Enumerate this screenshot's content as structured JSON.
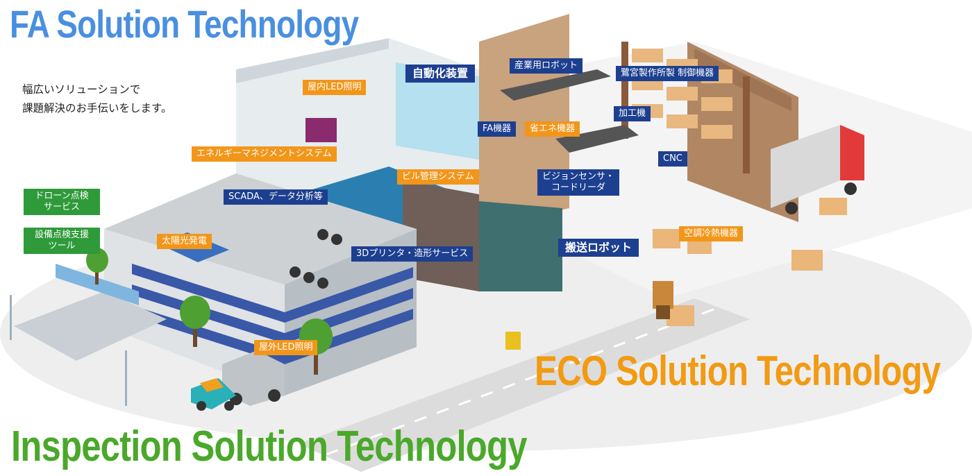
{
  "headings": {
    "fa": "FA Solution Technology",
    "eco": "ECO Solution Technology",
    "inspection": "Inspection Solution Technology"
  },
  "intro": {
    "line1": "幅広いソリューションで",
    "line2": "課題解決のお手伝いをします。"
  },
  "labels": {
    "indoor_led": "屋内LED照明",
    "automation": "自動化装置",
    "industrial_robot": "産業用ロボット",
    "sagimiya": "鷺宮製作所製 制御機器",
    "processing_machine": "加工機",
    "fa_equipment": "FA機器",
    "energy_saving": "省エネ機器",
    "cnc": "CNC",
    "ems": "エネルギーマネジメントシステム",
    "building_mgmt": "ビル管理システム",
    "vision_line1": "ビジョンセンサ・",
    "vision_line2": "コードリーダ",
    "scada": "SCADA、データ分析等",
    "drone_line1": "ドローン点検",
    "drone_line2": "サービス",
    "equip_line1": "設備点検支援",
    "equip_line2": "ツール",
    "solar": "太陽光発電",
    "air_cond": "空調冷熱機器",
    "transport_robot": "搬送ロボット",
    "printer_3d": "3Dプリンタ・造形サービス",
    "outdoor_led": "屋外LED照明"
  },
  "colors": {
    "fa_blue": "#4a8fe0",
    "eco_orange": "#f29a12",
    "inspection_green": "#4aa82a",
    "label_orange": "#f2961a",
    "label_navy": "#1d3f8f",
    "label_green": "#2f9a3a"
  }
}
